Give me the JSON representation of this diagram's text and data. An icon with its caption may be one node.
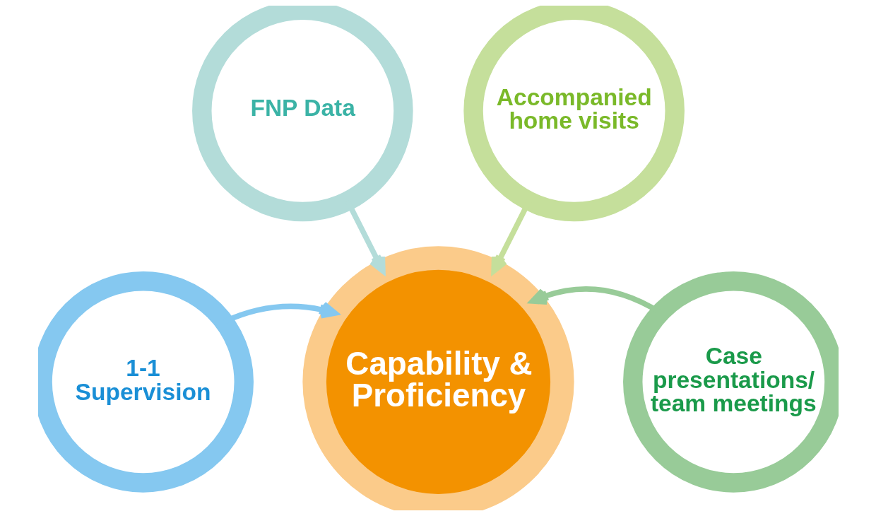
{
  "diagram": {
    "nodes": [
      {
        "text": [
          "FNP Data"
        ]
      },
      {
        "text": [
          "Accompanied home visits"
        ]
      },
      {
        "text": [
          "1-1 Supervision"
        ]
      },
      {
        "text": [
          "Capability & Proficiency"
        ]
      },
      {
        "text": [
          "Case presentations/ team meetings"
        ]
      }
    ],
    "edges": [
      {
        "from": 0,
        "to": 3,
        "arrow": "to",
        "color": "#b3dcd9"
      },
      {
        "from": 1,
        "to": 3,
        "arrow": "to",
        "color": "#c5df9b"
      },
      {
        "from": 2,
        "to": 3,
        "arrow": "to",
        "color": "#85c8f0"
      },
      {
        "from": 4,
        "to": 3,
        "arrow": "to",
        "color": "#98cb98"
      }
    ]
  }
}
